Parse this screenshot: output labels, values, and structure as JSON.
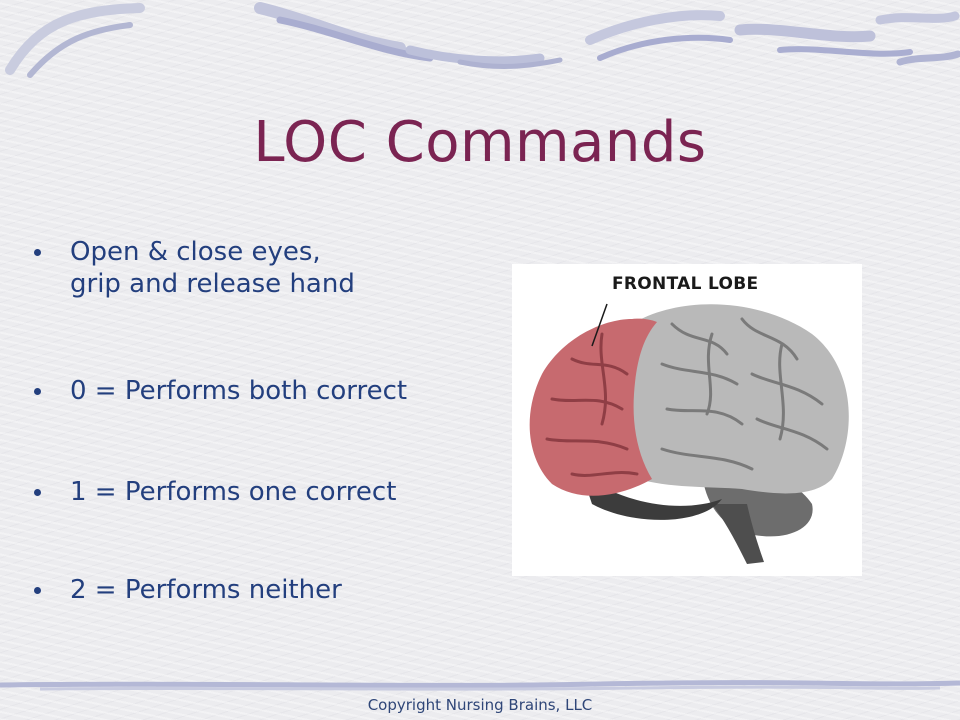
{
  "slide": {
    "title": "LOC Commands",
    "bullets": [
      {
        "line1": "Open & close eyes,",
        "line2": "grip and release hand"
      },
      {
        "text": "0 = Performs both correct"
      },
      {
        "text": "1 = Performs one correct"
      },
      {
        "text": "2 = Performs neither"
      }
    ],
    "image": {
      "label": "FRONTAL LOBE"
    },
    "footer": "Copyright Nursing Brains, LLC"
  },
  "colors": {
    "title": "#7b2452",
    "bullet_text": "#233f7e",
    "background": "#ececef",
    "decor": "#b8bcd8",
    "frontal_lobe": "#c76a6f"
  }
}
